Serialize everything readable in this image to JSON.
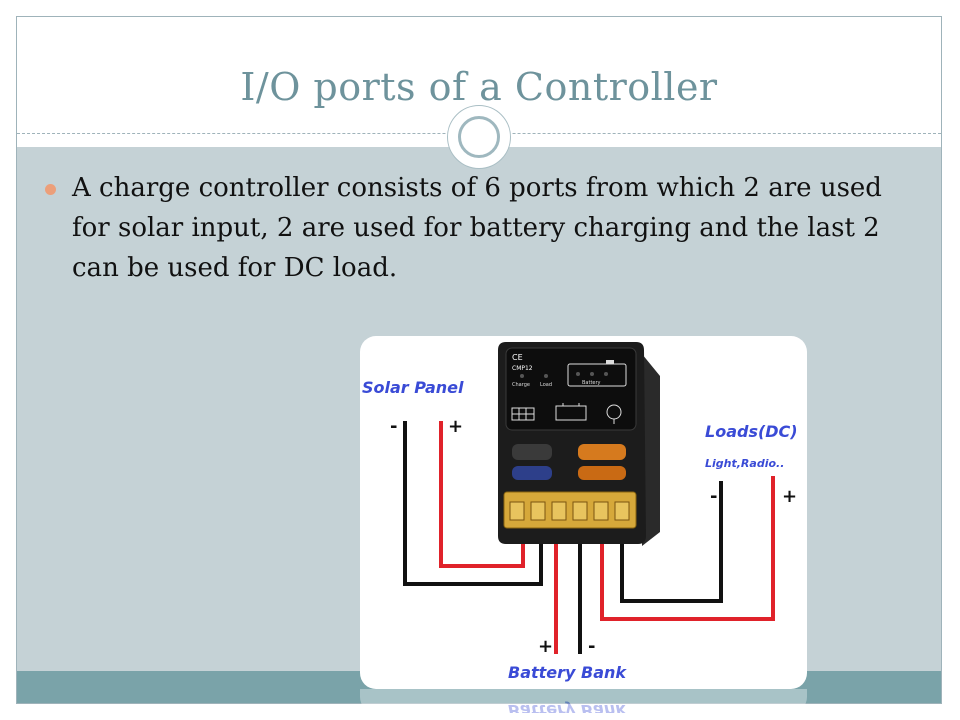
{
  "slide": {
    "title": "I/O ports of a Controller",
    "bullets": [
      "A charge controller consists of 6 ports from which 2 are used for solar input, 2 are used for battery charging and the last 2 can be used for DC load."
    ]
  },
  "figure": {
    "solar_label": "Solar Panel",
    "loads_label": "Loads(DC)",
    "loads_sub": "Light,Radio..",
    "battery_label": "Battery Bank",
    "minus": "-",
    "plus": "+",
    "device_ce": "CE",
    "device_model": "CMP12",
    "device_charge": "Charge",
    "device_load": "Load",
    "device_battery": "Battery"
  },
  "colors": {
    "title": "#6e939c",
    "content_bg": "#c5d2d6",
    "footer": "#7aa3a9",
    "bullet": "#ec9f7a",
    "label_blue": "#3a4bd6",
    "wire_red": "#e0222a",
    "wire_black": "#111111"
  }
}
